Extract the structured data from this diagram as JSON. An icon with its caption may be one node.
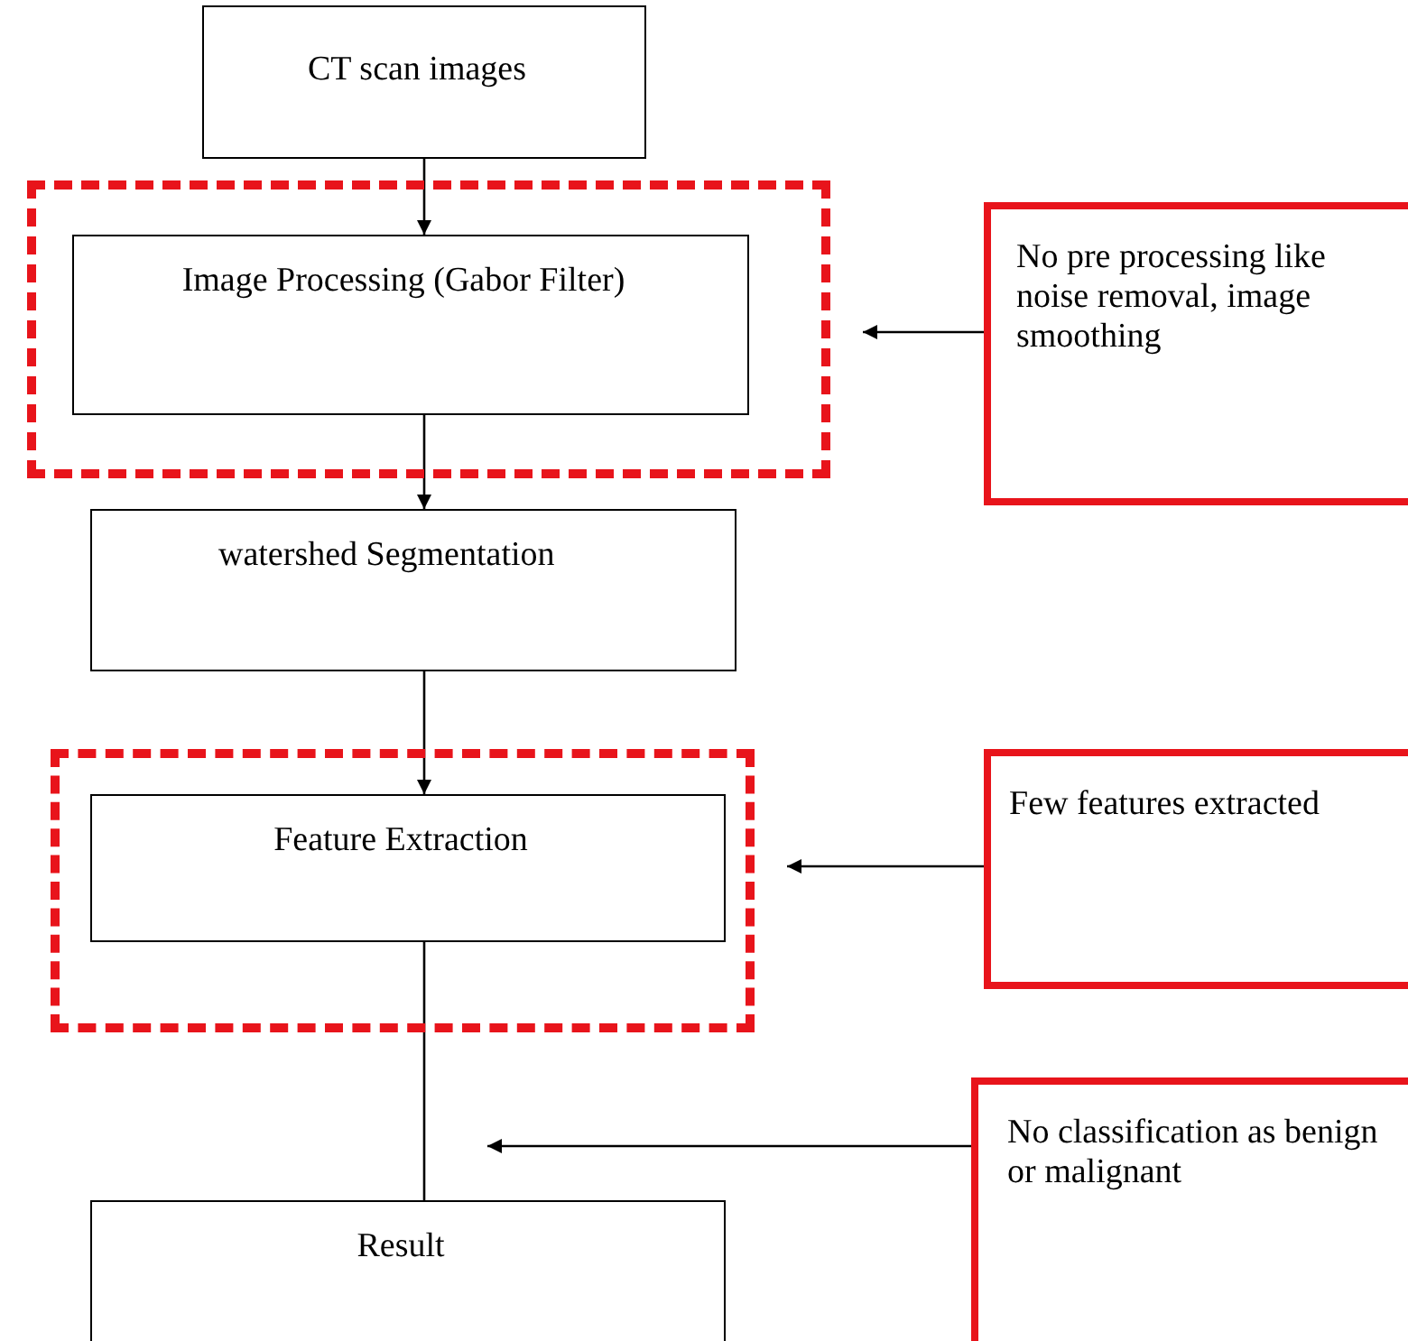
{
  "diagram": {
    "nodes": [
      {
        "text": [
          "CT scan images"
        ]
      },
      {
        "text": [],
        "shape": "box"
      },
      {
        "text": [
          "Image Processing (Gabor Filter)"
        ],
        "in": 1
      },
      {
        "text": [
          "No pre processing like noise removal, image smoothing"
        ]
      },
      {
        "text": [
          "watershed Segmentation"
        ]
      },
      {
        "text": [],
        "shape": "box"
      },
      {
        "text": [
          "Feature Extraction"
        ],
        "in": 5
      },
      {
        "text": [
          "Few features extracted"
        ]
      },
      {
        "text": [
          "No classification as benign or malignant"
        ]
      },
      {
        "text": [
          "Result"
        ]
      }
    ],
    "edges": [
      {
        "from": 0,
        "to": 2,
        "arrow": "to"
      },
      {
        "from": 2,
        "to": 4,
        "arrow": "to"
      },
      {
        "from": 4,
        "to": 6,
        "arrow": "to"
      },
      {
        "from": 6,
        "to": 9,
        "arrow": "none"
      },
      {
        "from": 3,
        "to": 1,
        "arrow": "to"
      },
      {
        "from": 7,
        "to": 5,
        "arrow": "to"
      },
      {
        "from": 8,
        "to": null,
        "arrow": "to"
      }
    ]
  }
}
